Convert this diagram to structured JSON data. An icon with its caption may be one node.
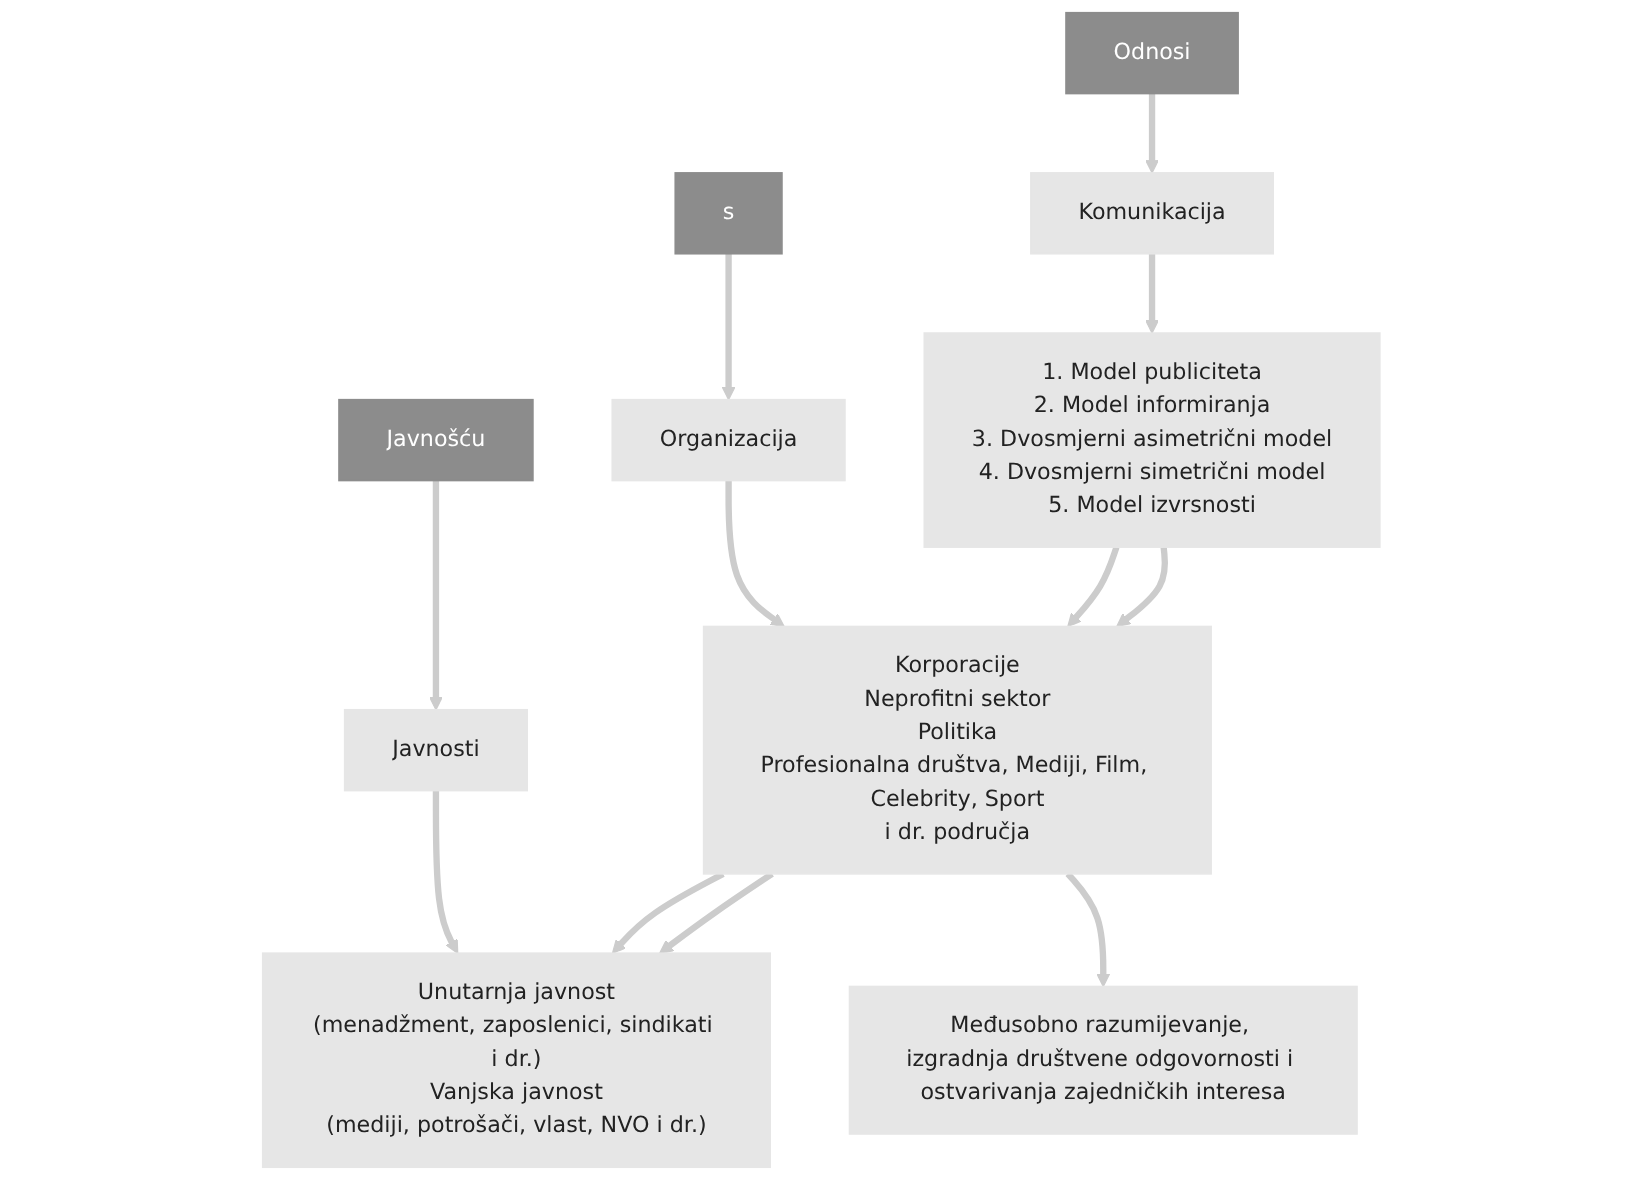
{
  "diagram": {
    "nodes": [
      {
        "text": [
          "Odnosi"
        ]
      },
      {
        "text": [
          "s"
        ]
      },
      {
        "text": [
          "Javnošću"
        ]
      },
      {
        "text": [
          "Komunikacija"
        ]
      },
      {
        "text": [
          "Organizacija"
        ]
      },
      {
        "text": [
          "Javnosti"
        ]
      },
      {
        "text": [
          "1. Model publiciteta",
          "2. Model informiranja",
          "3. Dvosmjerni asimetrični model",
          "4. Dvosmjerni simetrični model",
          "5. Model izvrsnosti"
        ]
      },
      {
        "text": [
          "Korporacije",
          "Neprofitni sektor",
          "Politika",
          "Profesionalna društva, Mediji, Film, Celebrity, Sport",
          "i dr. područja"
        ]
      },
      {
        "text": [
          "Unutarnja javnost",
          "(menadžment, zaposlenici, sindikati i dr.)",
          "Vanjska javnost",
          "(mediji, potrošači, vlast, NVO i dr.)"
        ]
      },
      {
        "text": [
          "Međusobno razumijevanje, izgradnja društvene odgovornosti i ostvarivanja zajedničkih interesa"
        ]
      }
    ],
    "edges": [
      {
        "from": 0,
        "to": 3,
        "arrow": "to"
      },
      {
        "from": 1,
        "to": 4,
        "arrow": "to"
      },
      {
        "from": 2,
        "to": 5,
        "arrow": "to"
      },
      {
        "from": 3,
        "to": 6,
        "arrow": "to"
      },
      {
        "from": 4,
        "to": 7,
        "arrow": "to"
      },
      {
        "from": 5,
        "to": 8,
        "arrow": "to"
      },
      {
        "from": 6,
        "to": 7,
        "arrow": "to"
      },
      {
        "from": 6,
        "to": 7,
        "arrow": "to"
      },
      {
        "from": 7,
        "to": 8,
        "arrow": "to"
      },
      {
        "from": 7,
        "to": 8,
        "arrow": "to"
      },
      {
        "from": 7,
        "to": 9,
        "arrow": "to"
      }
    ]
  }
}
